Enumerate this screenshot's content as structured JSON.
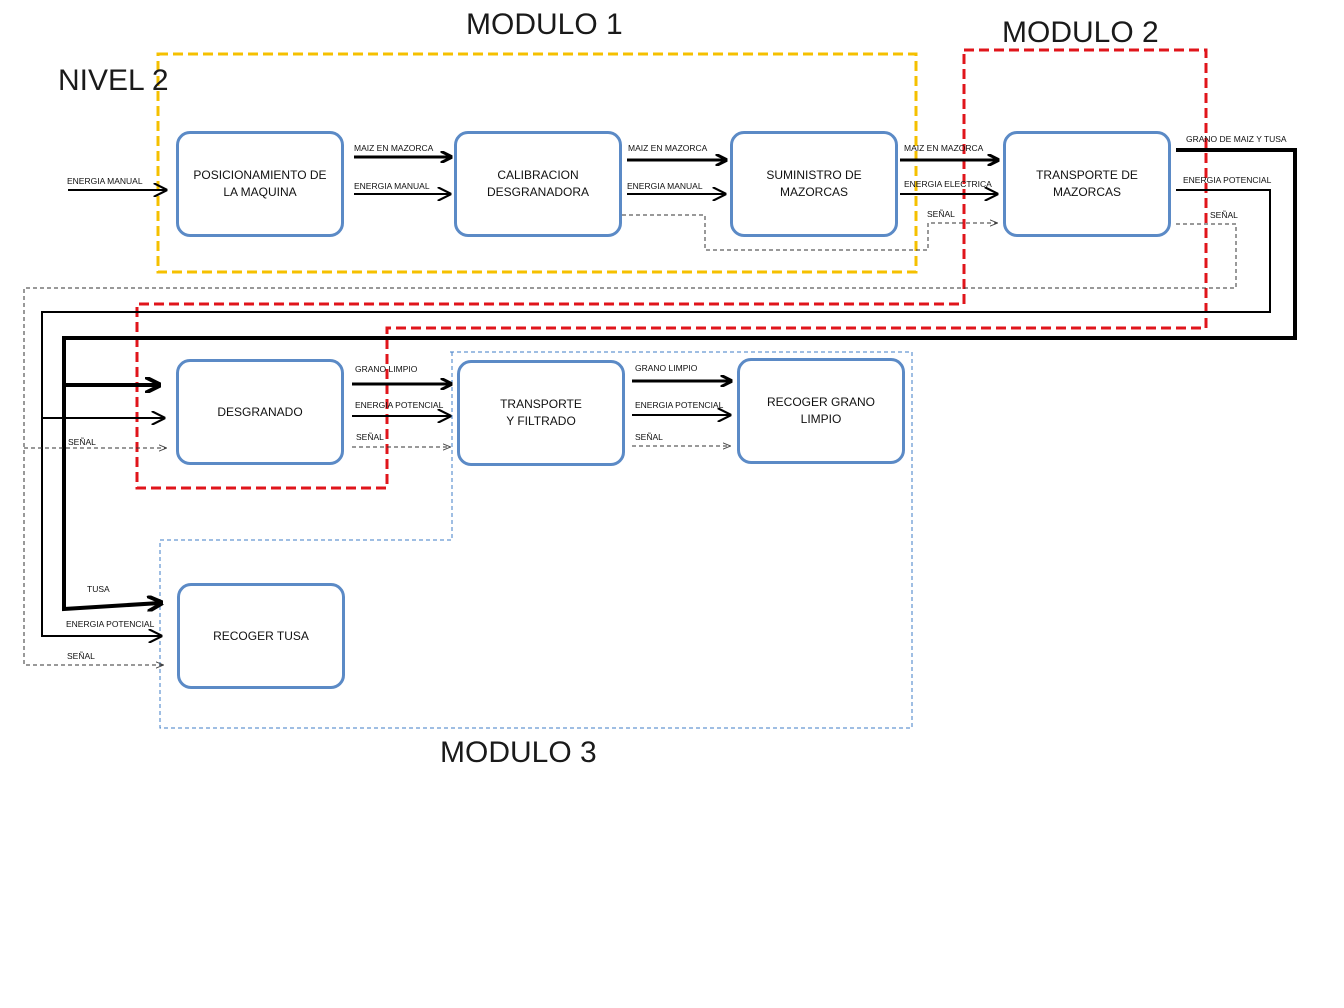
{
  "titles": {
    "nivel": "NIVEL 2",
    "modulo1": "MODULO 1",
    "modulo2": "MODULO 2",
    "modulo3": "MODULO 3"
  },
  "colors": {
    "modulo1_border": "#f5c000",
    "modulo2_border": "#e0151b",
    "modulo3_border": "#3f7cc7",
    "box_border": "#5b8ac6"
  },
  "boxes": {
    "posicionamiento": "POSICIONAMIENTO DE\nLA MAQUINA",
    "calibracion": "CALIBRACION\nDESGRANADORA",
    "suministro": "SUMINISTRO DE\nMAZORCAS",
    "transporte_mazorcas": "TRANSPORTE DE\nMAZORCAS",
    "desgranado": "DESGRANADO",
    "transporte_filtrado": "TRANSPORTE\nY FILTRADO",
    "recoger_grano": "RECOGER GRANO\nLIMPIO",
    "recoger_tusa": "RECOGER TUSA"
  },
  "labels": {
    "in_energia_manual": "ENERGIA MANUAL",
    "pos_cal_maiz": "MAIZ EN MAZORCA",
    "pos_cal_energia": "ENERGIA MANUAL",
    "cal_sum_maiz": "MAIZ EN MAZORCA",
    "cal_sum_energia": "ENERGIA  MANUAL",
    "sum_tra_maiz": "MAIZ EN MAZORCA",
    "sum_tra_energia": "ENERGIA ELECTRICA",
    "sum_tra_senal": "SEÑAL",
    "out_grano_tusa": "GRANO DE MAIZ Y TUSA",
    "out_energia": "ENERGIA POTENCIAL",
    "out_senal": "SEÑAL",
    "des_in_senal": "SEÑAL",
    "des_tf_grano": "GRANO LIMPIO",
    "des_tf_energia": "ENERGIA POTENCIAL",
    "des_tf_senal": "SEÑAL",
    "tf_rg_grano": "GRANO LIMPIO",
    "tf_rg_energia": "ENERGIA POTENCIAL",
    "tf_rg_senal": "SEÑAL",
    "tusa": "TUSA",
    "tusa_energia": "ENERGIA POTENCIAL",
    "tusa_senal": "SEÑAL"
  }
}
